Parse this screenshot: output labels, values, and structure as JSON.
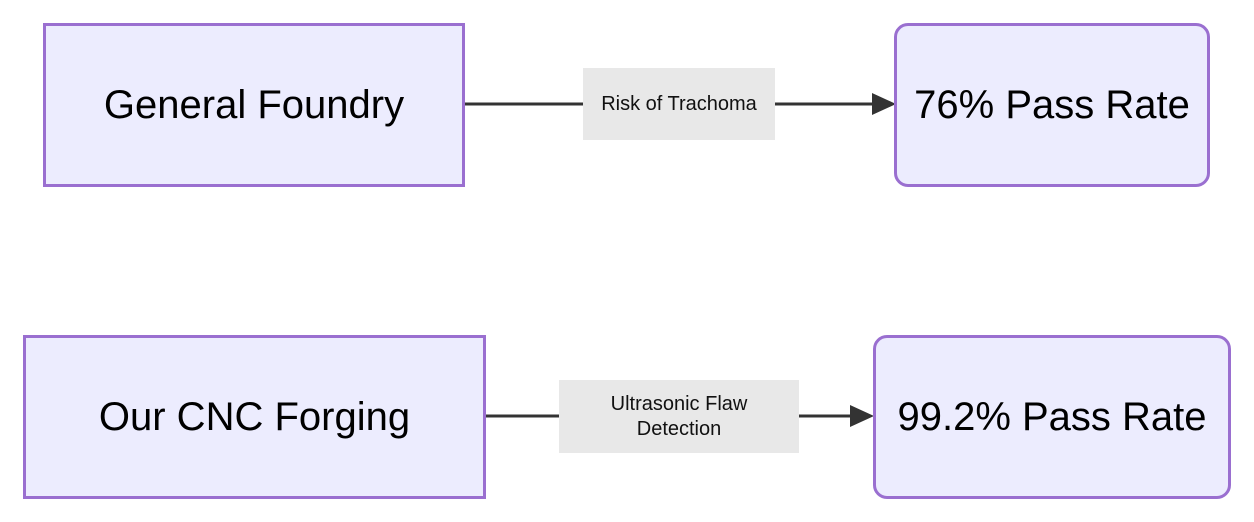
{
  "diagram": {
    "rows": [
      {
        "source": "General Foundry",
        "edge_label": "Risk of Trachoma",
        "target": "76% Pass Rate"
      },
      {
        "source": "Our CNC Forging",
        "edge_label_lines": [
          "Ultrasonic Flaw",
          "Detection"
        ],
        "target": "99.2% Pass Rate"
      }
    ],
    "colors": {
      "node_fill": "#ececfe",
      "node_border": "#9a6fd0",
      "edge": "#333333",
      "edge_label_bg": "#e8e8e8"
    }
  }
}
